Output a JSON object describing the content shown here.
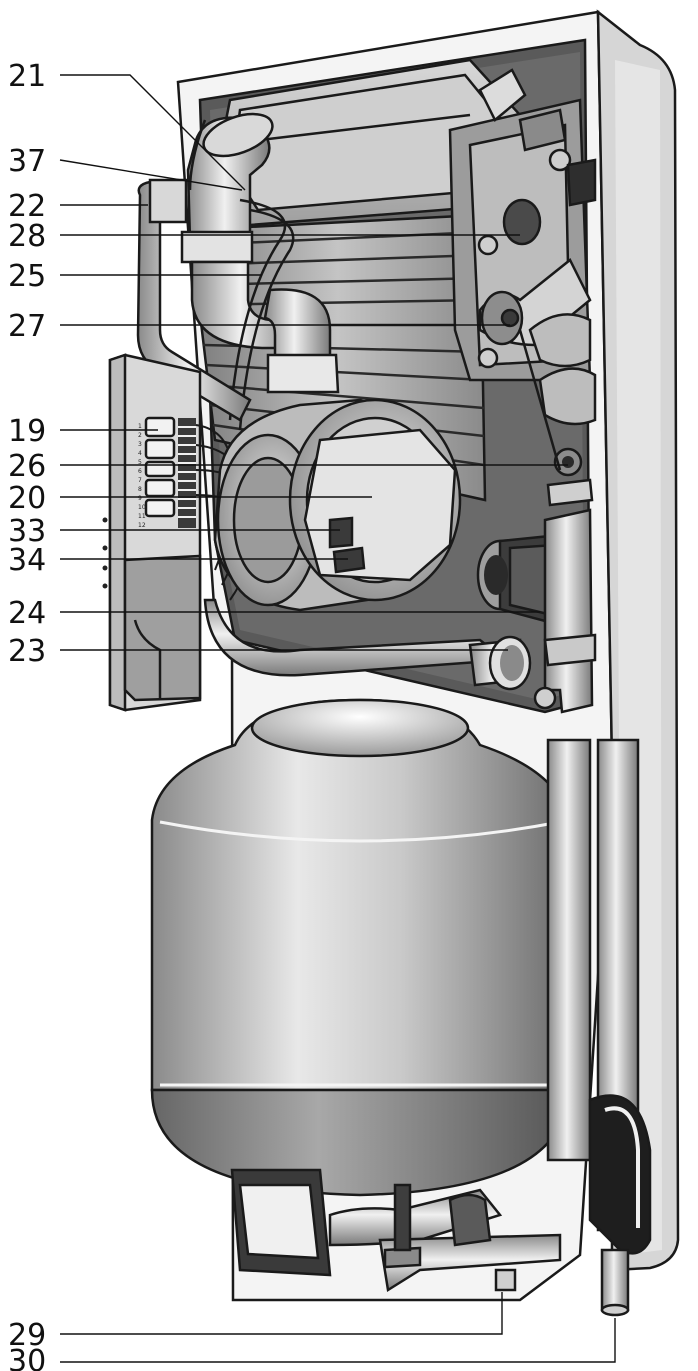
{
  "callouts": [
    {
      "id": "21",
      "label": "21"
    },
    {
      "id": "37",
      "label": "37"
    },
    {
      "id": "22",
      "label": "22"
    },
    {
      "id": "28",
      "label": "28"
    },
    {
      "id": "25",
      "label": "25"
    },
    {
      "id": "27",
      "label": "27"
    },
    {
      "id": "19",
      "label": "19"
    },
    {
      "id": "26",
      "label": "26"
    },
    {
      "id": "20",
      "label": "20"
    },
    {
      "id": "33",
      "label": "33"
    },
    {
      "id": "34",
      "label": "34"
    },
    {
      "id": "24",
      "label": "24"
    },
    {
      "id": "23",
      "label": "23"
    },
    {
      "id": "29",
      "label": "29"
    },
    {
      "id": "30",
      "label": "30"
    }
  ],
  "terminal_block": {
    "numbers": [
      "1",
      "2",
      "3",
      "4",
      "5",
      "6",
      "7",
      "8",
      "9",
      "10",
      "11",
      "12"
    ]
  },
  "colors": {
    "line": "#111111",
    "metal_light": "#e6e6e6",
    "metal_mid": "#b8b8b8",
    "metal_dark": "#6e6e6e"
  }
}
